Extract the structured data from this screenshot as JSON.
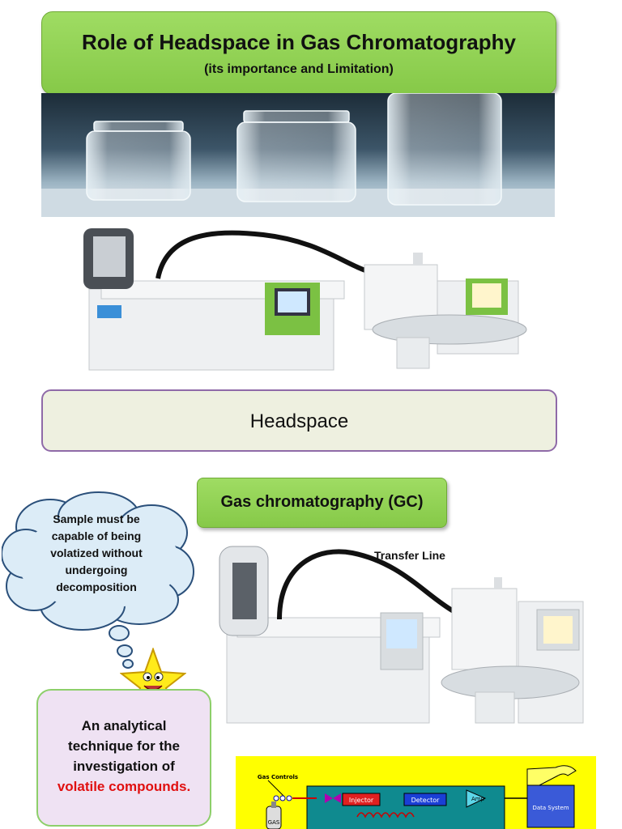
{
  "title": {
    "main": "Role of Headspace in Gas Chromatography",
    "sub": "(its importance and Limitation)"
  },
  "headspace_label": "Headspace",
  "gc_label": "Gas chromatography (GC)",
  "thought_bubble": {
    "lines": [
      "Sample must be",
      "capable of being",
      "volatized without",
      "undergoing",
      "decomposition"
    ]
  },
  "transfer_line_label": "Transfer Line",
  "definition": {
    "lines": [
      "An analytical",
      "technique for the",
      "investigation of"
    ],
    "highlight": "volatile compounds."
  },
  "schematic": {
    "gas_controls": "Gas Controls",
    "gas_tank": "GAS",
    "injector": "Injector",
    "detector": "Detector",
    "amp": "Amp",
    "data_system": "Data System"
  },
  "colors": {
    "banner_green": "#8ccf4f",
    "headspace_box_fill": "#eef0e0",
    "headspace_box_border": "#8f6aa8",
    "definition_fill": "#efe2f3",
    "highlight_red": "#e01010",
    "schematic_yellow": "#ffff00",
    "schematic_teal": "#0f8a8f",
    "injector_red": "#e02020",
    "detector_blue": "#1a3fd6"
  }
}
